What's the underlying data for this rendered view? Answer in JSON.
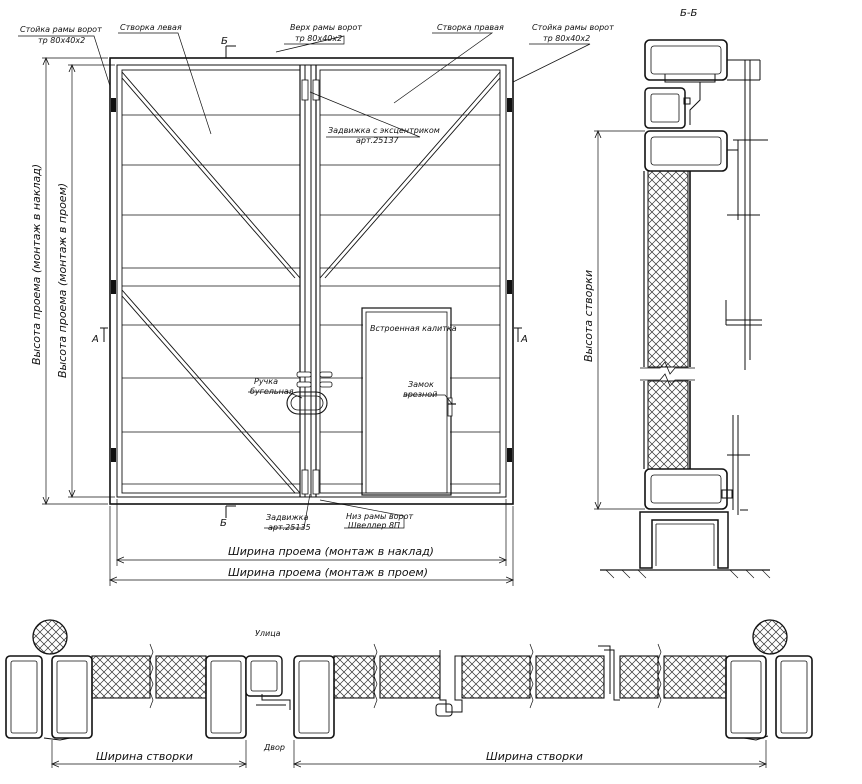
{
  "front_view": {
    "callouts": {
      "post_left": "Стойка рамы ворот",
      "post_left_profile": "тр 80х40х2",
      "leaf_left": "Створка левая",
      "frame_top": "Верх рамы ворот",
      "frame_top_profile": "тр 80х40х2",
      "leaf_right": "Створка правая",
      "post_right": "Стойка рамы ворот",
      "post_right_profile": "тр 80х40х2",
      "bolt_eccentric": "Задвижка с эксцентриком",
      "bolt_eccentric_art": "арт.25137",
      "handle": "Ручка",
      "handle_type": "бугельная",
      "wicket": "Встроенная калитка",
      "lock": "Замок",
      "lock_type": "врезной",
      "bolt": "Задвижка",
      "bolt_art": "арт.25135",
      "frame_bottom": "Низ рамы ворот",
      "frame_bottom_profile": "Швеллер 8П"
    },
    "section_mark_b": "Б",
    "section_mark_a": "А",
    "dim_height_overlay": "Высота проема (монтаж в наклад)",
    "dim_height_inset": "Высота проема (монтаж в проем)",
    "dim_width_overlay": "Ширина проема (монтаж в наклад)",
    "dim_width_inset": "Ширина проема (монтаж в проем)"
  },
  "section_bb": {
    "title": "Б-Б",
    "dim_leaf_height": "Высота створки"
  },
  "plan_view": {
    "street": "Улица",
    "yard": "Двор",
    "dim_leaf_width_left": "Ширина створки",
    "dim_leaf_width_right": "Ширина створки"
  }
}
